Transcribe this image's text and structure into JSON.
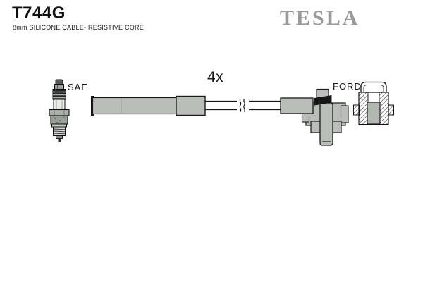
{
  "header": {
    "part_number": "T744G",
    "subtitle": "8mm SILICONE CABLE- RESISTIVE CORE",
    "brand": "TESLA",
    "brand_color": "#9a9a9a"
  },
  "diagram": {
    "labels": {
      "plug_standard": "SAE",
      "quantity": "4x",
      "vehicle_make": "FORD"
    },
    "colors": {
      "part_fill": "#b9beb9",
      "outline": "#1a1a1a",
      "connector_band": "#161616",
      "ceramic": "#e9ebe9"
    },
    "components": [
      "spark-plug",
      "ignition-cable-boot",
      "cable-break",
      "elbow-connector",
      "terminal-cross-section"
    ]
  }
}
